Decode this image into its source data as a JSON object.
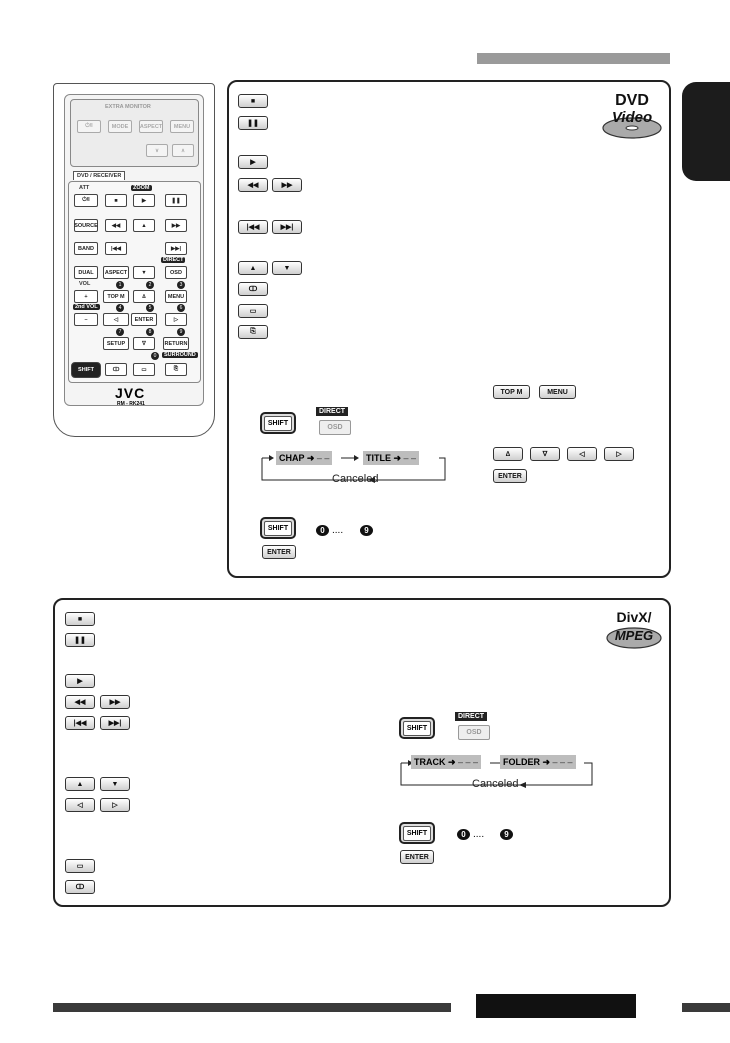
{
  "remote": {
    "extra_monitor": "EXTRA MONITOR",
    "power": "⏻/I",
    "mode": "MODE",
    "aspect_top": "ASPECT",
    "menu_top": "MENU",
    "down": "∨",
    "up": "∧",
    "dvd_receiver": "DVD / RECEIVER",
    "att": "ATT",
    "zoom": "ZOOM",
    "source": "SOURCE",
    "band": "BAND",
    "dual": "DUAL",
    "aspect": "ASPECT",
    "direct": "DIRECT",
    "osd": "OSD",
    "vol": "VOL",
    "top_m": "TOP M",
    "menu": "MENU",
    "plus": "+",
    "minus": "–",
    "second_vol": "2nd VOL",
    "enter": "ENTER",
    "setup": "SETUP",
    "return": "RETURN",
    "surround": "SURROUND",
    "shift": "SHIFT",
    "brand": "JVC",
    "model": "RM - RK241",
    "n1": "1",
    "n2": "2",
    "n3": "3",
    "n4": "4",
    "n5": "5",
    "n6": "6",
    "n7": "7",
    "n8": "8",
    "n9": "9",
    "n0": "0"
  },
  "dvd_panel": {
    "logo_top": "DVD",
    "logo_bottom": "Video",
    "top_m": "TOP M",
    "menu": "MENU",
    "shift": "SHIFT",
    "direct": "DIRECT",
    "osd": "OSD",
    "chap": "CHAP",
    "title": "TITLE",
    "dashes2": "– –",
    "canceled": "Canceled",
    "enter": "ENTER",
    "num0": "0",
    "num9": "9",
    "dots": "....",
    "up_tri": "∆",
    "down_tri": "∇",
    "left_tri": "◁",
    "right_tri": "▷"
  },
  "divx_panel": {
    "logo_top": "DivX/",
    "logo_bottom": "MPEG",
    "shift": "SHIFT",
    "direct": "DIRECT",
    "osd": "OSD",
    "track": "TRACK",
    "folder": "FOLDER",
    "dashes3": "– – –",
    "canceled": "Canceled",
    "enter": "ENTER",
    "num0": "0",
    "num9": "9",
    "dots": "...."
  }
}
